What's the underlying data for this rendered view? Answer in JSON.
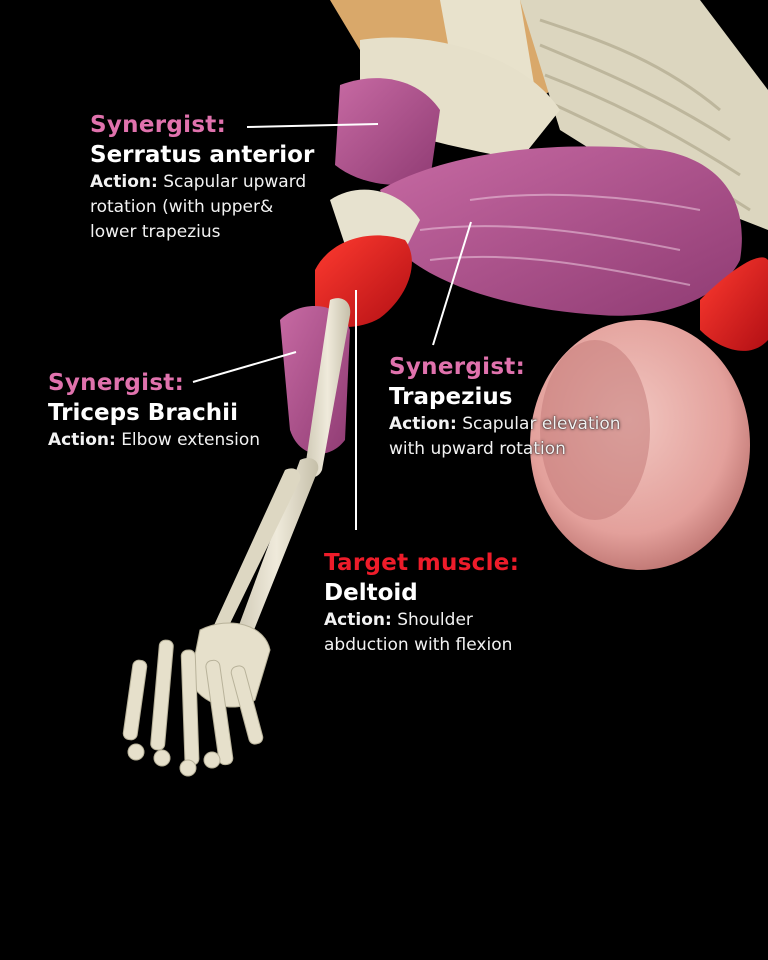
{
  "colors": {
    "background": "#000000",
    "synergist": "#e072ad",
    "target": "#ee1c2a",
    "text": "#ffffff",
    "bone": "#e7e2cf",
    "muscle_purple": "#b8558f",
    "muscle_red": "#d9141c",
    "tissue_pink": "#e8a7a2"
  },
  "labels": {
    "serratus": {
      "role": "Synergist:",
      "muscle": "Serratus anterior",
      "action_label": "Action:",
      "action_text": "Scapular upward",
      "action_line2": "rotation (with upper&",
      "action_line3": "lower trapezius"
    },
    "triceps": {
      "role": "Synergist:",
      "muscle": "Triceps Brachii",
      "action_label": "Action:",
      "action_text": "Elbow extension"
    },
    "trapezius": {
      "role": "Synergist:",
      "muscle": "Trapezius",
      "action_label": "Action:",
      "action_text": "Scapular elevation",
      "action_line2": "with upward rotation"
    },
    "deltoid": {
      "role": "Target muscle:",
      "muscle": "Deltoid",
      "action_label": "Action:",
      "action_text": "Shoulder",
      "action_line2": "abduction with flexion"
    }
  }
}
